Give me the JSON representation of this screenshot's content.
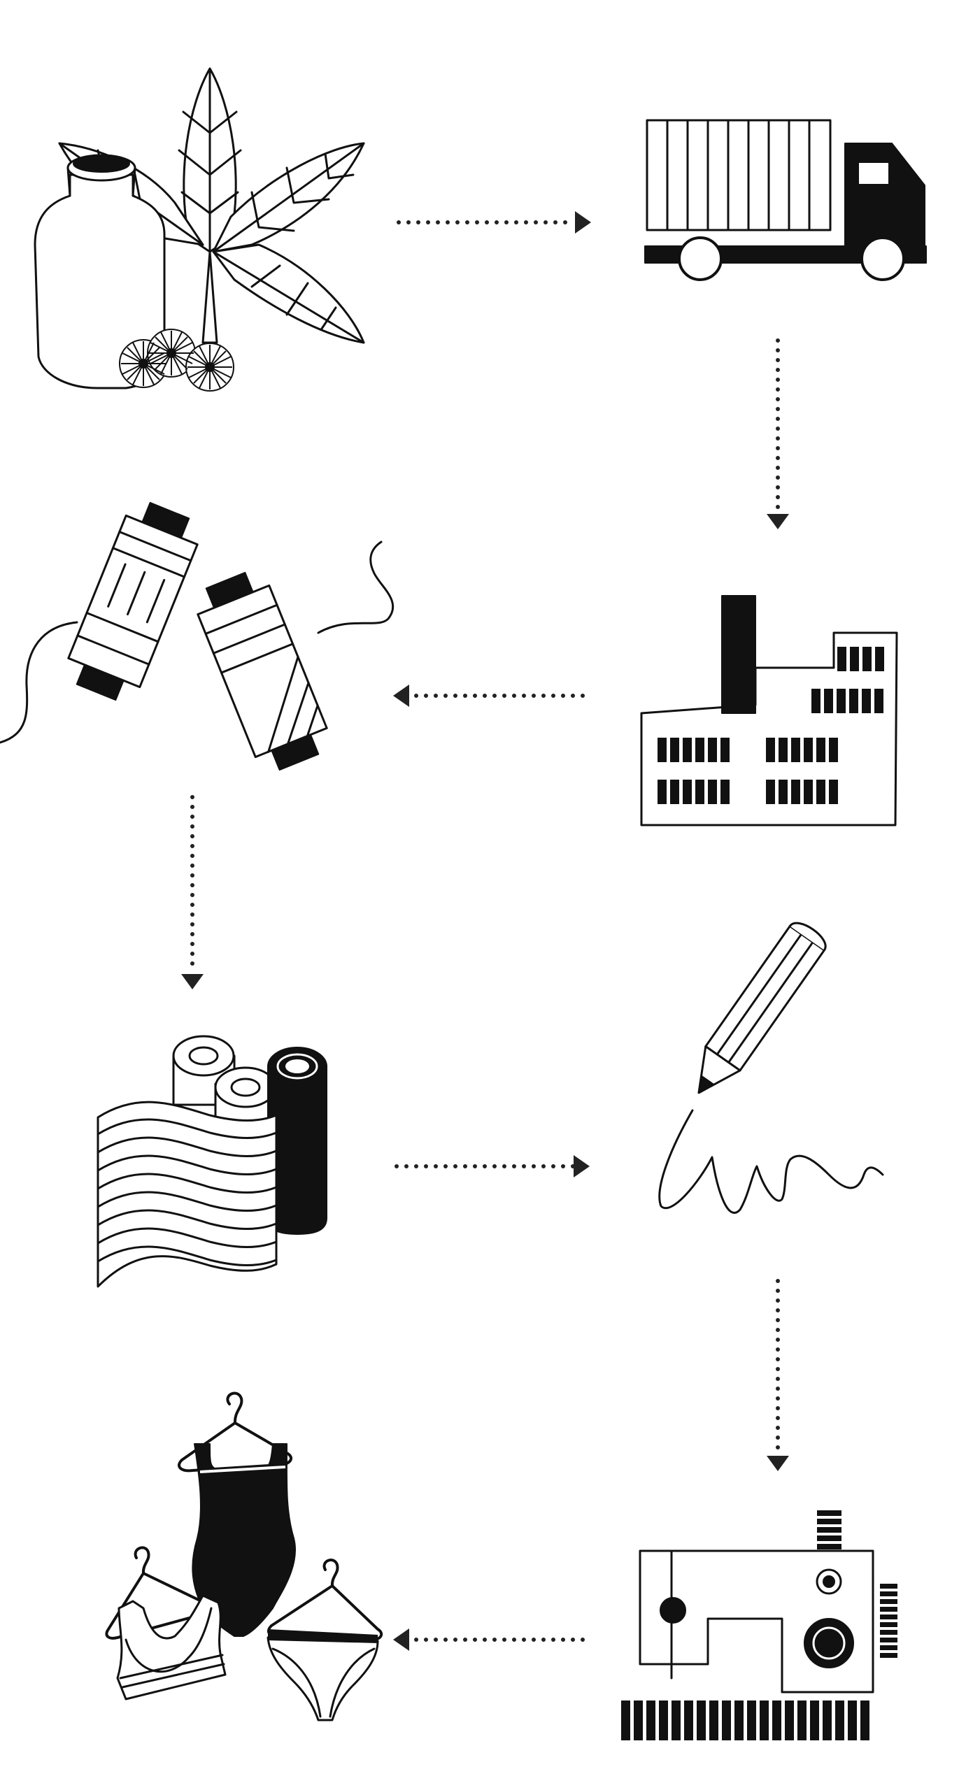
{
  "diagram": {
    "type": "process-flow",
    "steps": [
      {
        "icon": "cotton-plant-icon"
      },
      {
        "icon": "truck-icon"
      },
      {
        "icon": "factory-icon"
      },
      {
        "icon": "thread-spools-icon"
      },
      {
        "icon": "fabric-rolls-icon"
      },
      {
        "icon": "pencil-sketch-icon"
      },
      {
        "icon": "sewing-machine-icon"
      },
      {
        "icon": "garments-on-hangers-icon"
      }
    ],
    "flow": [
      {
        "from": "cotton-plant-icon",
        "to": "truck-icon",
        "direction": "right"
      },
      {
        "from": "truck-icon",
        "to": "factory-icon",
        "direction": "down"
      },
      {
        "from": "factory-icon",
        "to": "thread-spools-icon",
        "direction": "left"
      },
      {
        "from": "thread-spools-icon",
        "to": "fabric-rolls-icon",
        "direction": "down"
      },
      {
        "from": "fabric-rolls-icon",
        "to": "pencil-sketch-icon",
        "direction": "right"
      },
      {
        "from": "pencil-sketch-icon",
        "to": "sewing-machine-icon",
        "direction": "down"
      },
      {
        "from": "sewing-machine-icon",
        "to": "garments-on-hangers-icon",
        "direction": "left"
      }
    ],
    "colors": {
      "ink": "#111111",
      "arrow": "#222222",
      "background": "#ffffff"
    }
  }
}
